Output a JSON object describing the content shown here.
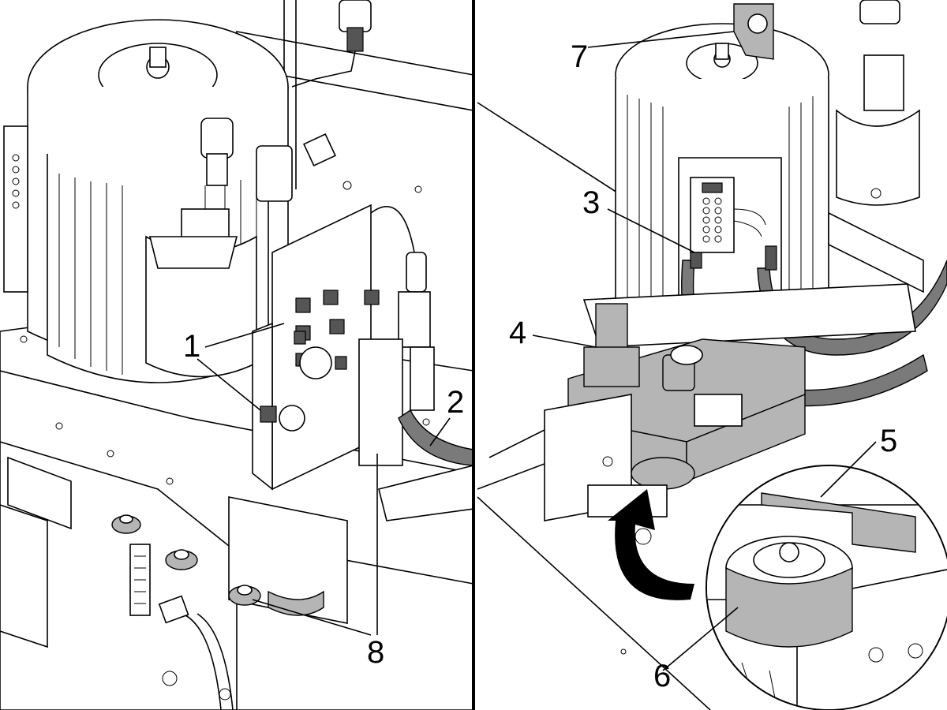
{
  "figure": {
    "divider_color": "#000000",
    "motor_fill": "#ffffff",
    "cable_fill": "#7a7a7a",
    "highlight_fill": "#b5b5b5"
  },
  "callouts": {
    "c1": "1",
    "c2": "2",
    "c3": "3",
    "c4": "4",
    "c5": "5",
    "c6": "6",
    "c7": "7",
    "c8": "8"
  }
}
